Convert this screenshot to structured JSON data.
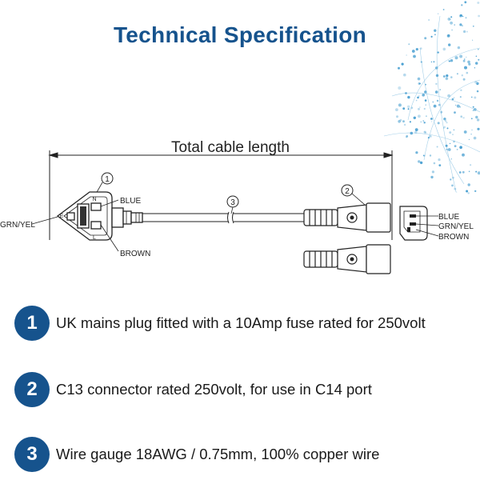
{
  "title": "Technical Specification",
  "diagram": {
    "dimension_label": "Total cable length",
    "callouts": [
      "1",
      "2",
      "3"
    ],
    "plug_labels": {
      "blue": "BLUE",
      "brown": "BROWN",
      "earth": "GRN/YEL"
    },
    "pin_letters": {
      "n": "N",
      "l": "L",
      "e": "E"
    },
    "connector_labels": {
      "blue": "BLUE",
      "earth": "GRN/YEL",
      "brown": "BROWN"
    }
  },
  "specs": [
    {
      "num": "1",
      "text": "UK mains plug fitted with a 10Amp fuse rated for 250volt"
    },
    {
      "num": "2",
      "text": "C13 connector rated 250volt, for use in C14 port"
    },
    {
      "num": "3",
      "text": "Wire gauge 18AWG / 0.75mm, 100% copper wire"
    }
  ],
  "colors": {
    "accent": "#16538d",
    "globe": "#2a8fc9",
    "line": "#222222"
  }
}
